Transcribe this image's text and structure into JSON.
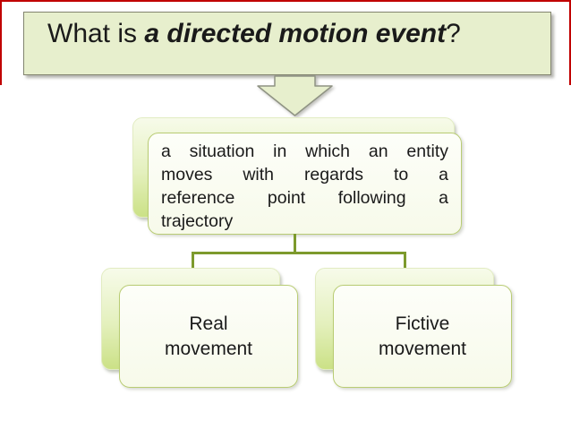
{
  "slide_title": {
    "prefix": "What is ",
    "emphasis": "a directed motion event",
    "suffix": "?"
  },
  "definition": {
    "text": "a situation in which an entity moves with regards to a reference point following a trajectory",
    "lines": [
      "a situation in which an entity",
      "moves with regards to a",
      "reference point following a",
      "trajectory"
    ]
  },
  "children": [
    {
      "label": "Real movement",
      "lines": [
        "Real",
        "movement"
      ]
    },
    {
      "label": "Fictive movement",
      "lines": [
        "Fictive",
        "movement"
      ]
    }
  ],
  "icons": {
    "down_arrow": "down-arrow"
  },
  "colors": {
    "title_box_fill": "#e7efcd",
    "title_box_border": "#82846f",
    "panel_fill": "#fbfdf3",
    "panel_border": "#b9cc74",
    "back_gradient_top": "#f7fbea",
    "back_gradient_bottom": "#cbe186",
    "connector": "#7d9a2d",
    "red_border": "#c00000",
    "text": "#1a1a1a"
  }
}
